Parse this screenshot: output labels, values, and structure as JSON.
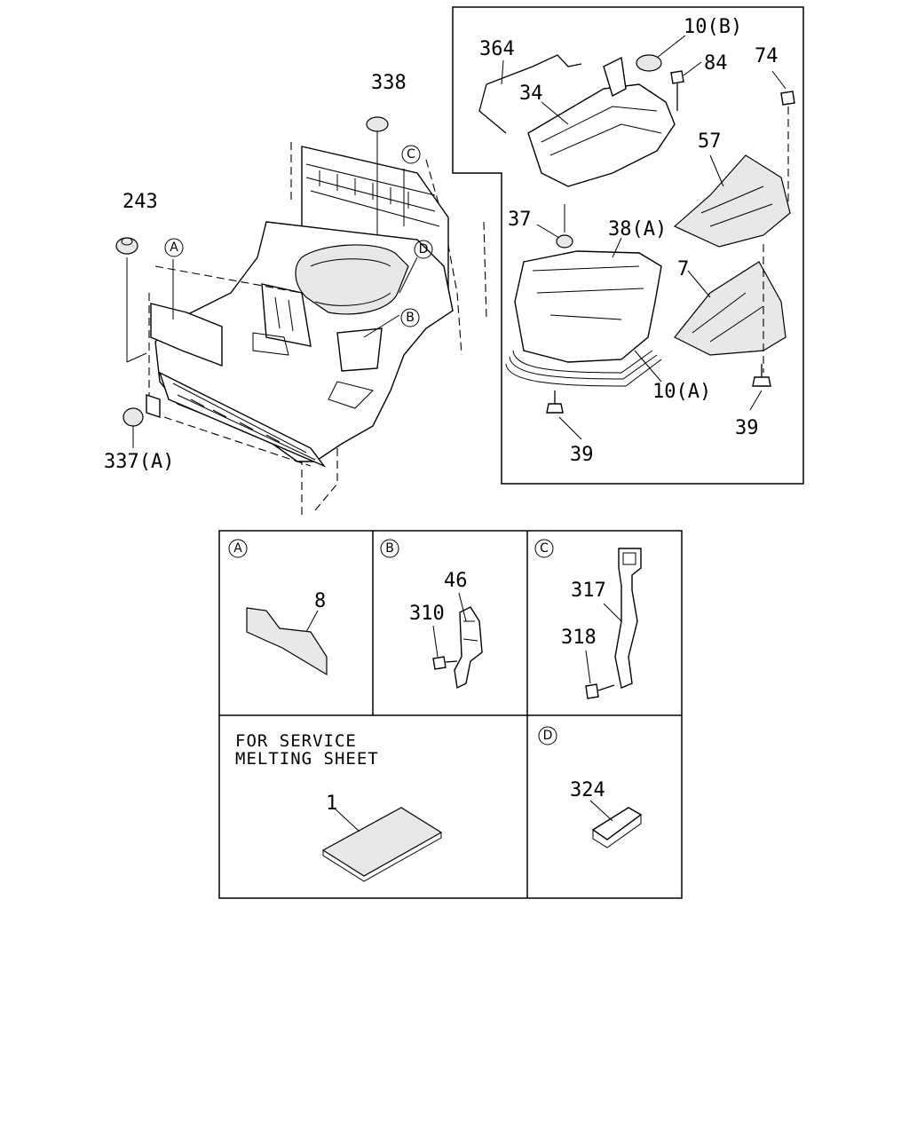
{
  "callouts": {
    "c338": "338",
    "c243": "243",
    "c337a": "337(A)",
    "c364": "364",
    "c10b": "10(B)",
    "c84": "84",
    "c74": "74",
    "c34": "34",
    "c57": "57",
    "c37": "37",
    "c38a": "38(A)",
    "c7": "7",
    "c10a": "10(A)",
    "c39a": "39",
    "c39b": "39",
    "c8": "8",
    "c46": "46",
    "c310": "310",
    "c317": "317",
    "c318": "318",
    "c1": "1",
    "c324": "324"
  },
  "markers": {
    "A": "A",
    "B": "B",
    "C": "C",
    "D": "D"
  },
  "detail_panels": {
    "a_label": "A",
    "b_label": "B",
    "c_label": "C",
    "d_label": "D",
    "service_note_line1": "FOR SERVICE",
    "service_note_line2": "MELTING SHEET"
  }
}
